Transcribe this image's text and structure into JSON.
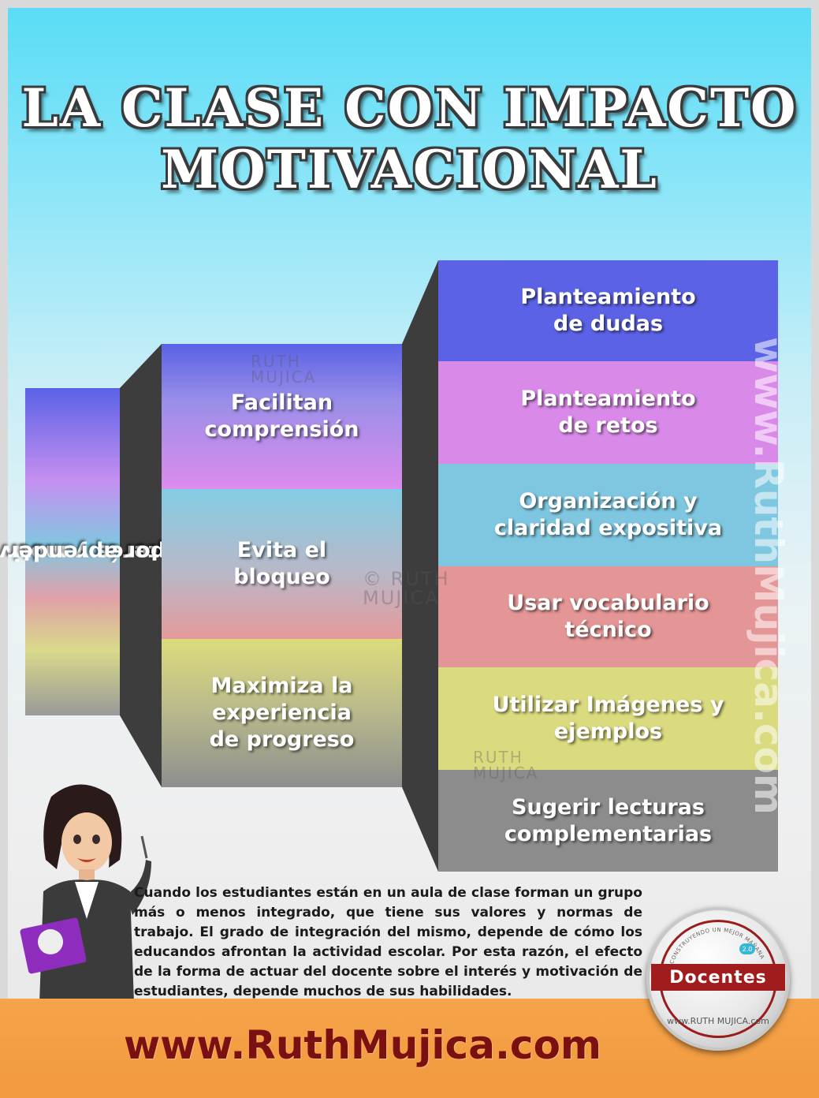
{
  "title": {
    "line1": "LA CLASE CON IMPACTO",
    "line2": "MOTIVACIONAL"
  },
  "level1": {
    "line1": "Interés y motivación",
    "line2": "por aprender"
  },
  "level2": [
    {
      "line1": "Facilitan",
      "line2": "comprensión"
    },
    {
      "line1": "Evita el",
      "line2": "bloqueo"
    },
    {
      "line1": "Maximiza la",
      "line2": "experiencia",
      "line3": "de progreso"
    }
  ],
  "level3": [
    {
      "line1": "Planteamiento",
      "line2": "de dudas"
    },
    {
      "line1": "Planteamiento",
      "line2": "de retos"
    },
    {
      "line1": "Organización y",
      "line2": "claridad expositiva"
    },
    {
      "line1": "Usar vocabulario",
      "line2": "técnico"
    },
    {
      "line1": "Utilizar Imágenes y",
      "line2": "ejemplos"
    },
    {
      "line1": "Sugerir lecturas",
      "line2": "complementarias"
    }
  ],
  "paragraph": "Cuando los estudiantes están en un aula de clase forman un grupo más o menos integrado, que tiene sus valores y normas de trabajo. El grado de integración del mismo, depende de cómo los educandos afrontan la actividad escolar. Por esta razón, el efecto de la forma de actuar del docente sobre el interés y motivación de estudiantes, depende muchos de sus habilidades.",
  "side_url": "www.RuthMujica.com",
  "footer_url": "www.RuthMujica.com",
  "watermark": {
    "line1": "RUTH",
    "line2": "MUJICA",
    "copy_line1": "© RUTH",
    "copy_line2": "MUJICA"
  },
  "badge": {
    "label": "Docentes",
    "version": "2.0",
    "ring_text": "CONSTRUYENDO UN MEJOR MAÑANA",
    "url": "www.RUTH MUJICA.com"
  },
  "colors": {
    "row1": "#5b62e6",
    "row2": "#d98ae8",
    "row3": "#7fc7e0",
    "row4": "#e49595",
    "row5": "#dada7f",
    "row6": "#8c8c8c",
    "footer": "#f19a3e",
    "footer_text": "#7a1010"
  }
}
